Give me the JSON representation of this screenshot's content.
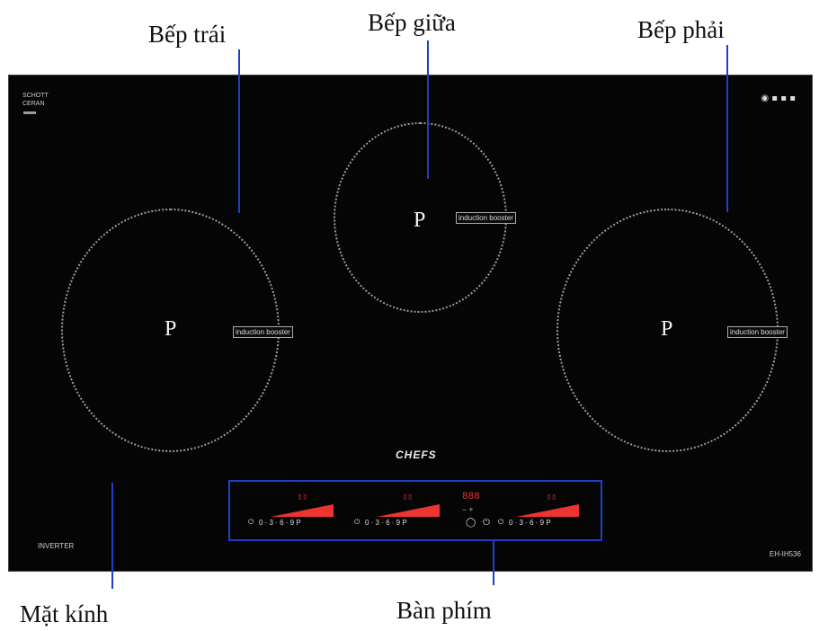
{
  "callouts": {
    "left_burner": "Bếp trái",
    "middle_burner": "Bếp giữa",
    "right_burner": "Bếp phải",
    "glass": "Mặt kính",
    "keypad": "Bàn phím"
  },
  "cooktop": {
    "brand_top_left": "SCHOTT CERAN",
    "brand_logo": "CHEFS",
    "inverter_label": "INVERTER",
    "model": "EH-IH536",
    "zone_symbol": "P",
    "booster_label": "induction booster",
    "scale_text": "0 · 3 · 6 · 9 P",
    "timer_display": "888"
  },
  "colors": {
    "glass": "#050505",
    "leader": "#1f3fc4",
    "led": "#e33333"
  }
}
